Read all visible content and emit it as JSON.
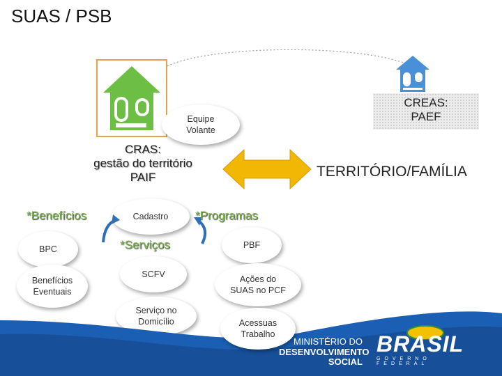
{
  "title": "SUAS / PSB",
  "creas": {
    "line1": "CREAS:",
    "line2": "PAEF"
  },
  "cras": {
    "line1": "CRAS:",
    "line2": "gestão do território",
    "line3": "PAIF"
  },
  "equipe_volante": {
    "line1": "Equipe",
    "line2": "Volante"
  },
  "territorio": "TERRITÓRIO/FAMÍLIA",
  "beneficios": {
    "label": "*Benefícios",
    "items": [
      {
        "text": "BPC"
      },
      {
        "line1": "Benefícios",
        "line2": "Eventuais"
      }
    ]
  },
  "cadastro": "Cadastro",
  "servicos": {
    "label": "*Serviços",
    "items": [
      {
        "text": "SCFV"
      },
      {
        "line1": "Serviço no",
        "line2": "Domicílio"
      }
    ]
  },
  "programas": {
    "label": "*Programas",
    "items": [
      {
        "text": "PBF"
      },
      {
        "line1": "Ações do",
        "line2": "SUAS no PCF"
      },
      {
        "line1": "Acessuas",
        "line2": "Trabalho"
      }
    ]
  },
  "footer": {
    "ministry_line1": "MINISTÉRIO DO",
    "ministry_line2": "DESENVOLVIMENTO",
    "ministry_line3": "SOCIAL",
    "brasil": "BRASIL",
    "governo": "GOVERNO FEDERAL"
  },
  "colors": {
    "house_green": "#6cbe45",
    "house_box_border": "#e4a34a",
    "creas_blue": "#4a90d9",
    "arrow_yellow": "#f2b705",
    "footer_blue": "#1a5fb4"
  }
}
